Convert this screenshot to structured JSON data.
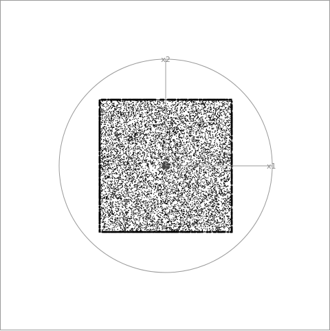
{
  "chart_data": {
    "type": "scatter",
    "title": "",
    "xlabel": "x1",
    "ylabel": "x2",
    "xlim": [
      -1.03,
      1.03
    ],
    "ylim": [
      -1.03,
      1.03
    ],
    "grid": false,
    "reference_circle_radius": 1.0,
    "sample_square": {
      "xmin": -0.62,
      "xmax": 0.62,
      "ymin": -0.62,
      "ymax": 0.62
    },
    "sample_count": 9000,
    "point_color": "#000000",
    "axis_color": "#999999",
    "circle_color": "#999999"
  }
}
